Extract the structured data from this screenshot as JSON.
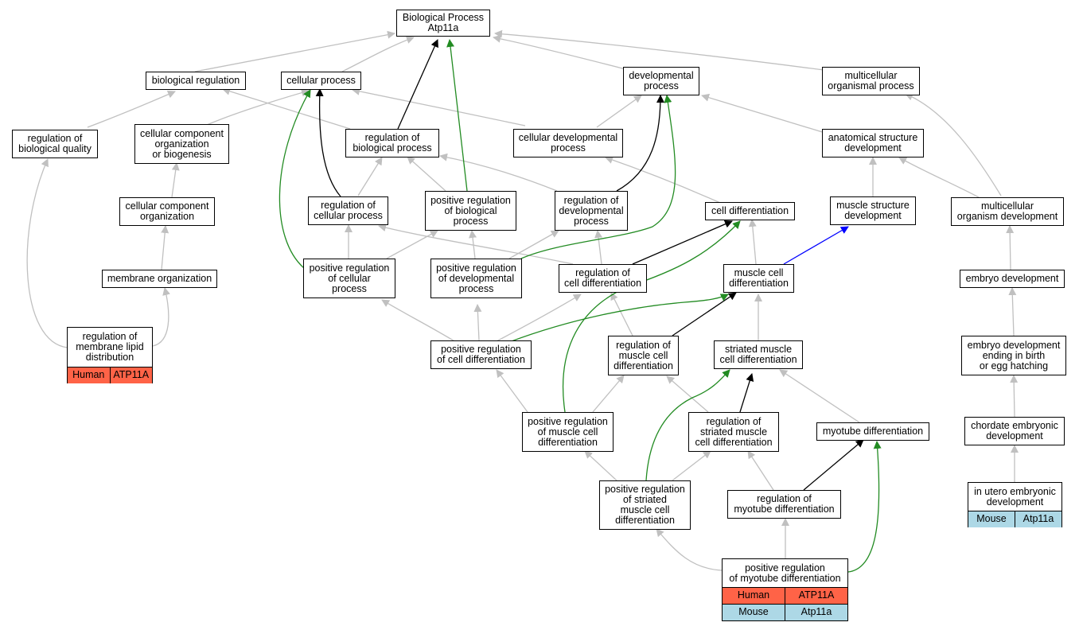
{
  "colors": {
    "is_a_edge": "#c0c0c0",
    "regulates_edge": "#000000",
    "positively_regulates_edge": "#228b22",
    "part_of_edge": "#0000ff",
    "human_tag": "#ff6347",
    "mouse_tag": "#add8e6"
  },
  "nodes": {
    "root": "Biological Process\nAtp11a",
    "biological_regulation": "biological regulation",
    "cellular_process": "cellular process",
    "developmental_process": "developmental\nprocess",
    "multicellular_organismal_process": "multicellular\norganismal process",
    "regulation_of_biological_quality": "regulation of\nbiological quality",
    "cellular_component_organization_or_biogenesis": "cellular component\norganization\nor biogenesis",
    "regulation_of_biological_process": "regulation of\nbiological process",
    "cellular_developmental_process": "cellular developmental\nprocess",
    "anatomical_structure_development": "anatomical structure\ndevelopment",
    "cellular_component_organization": "cellular component\norganization",
    "regulation_of_cellular_process": "regulation of\ncellular process",
    "positive_regulation_of_biological_process": "positive regulation\nof biological\nprocess",
    "regulation_of_developmental_process": "regulation of\ndevelopmental\nprocess",
    "cell_differentiation": "cell differentiation",
    "muscle_structure_development": "muscle structure\ndevelopment",
    "multicellular_organism_development": "multicellular\norganism development",
    "membrane_organization": "membrane organization",
    "positive_regulation_of_cellular_process": "positive regulation\nof cellular\nprocess",
    "positive_regulation_of_developmental_process": "positive regulation\nof developmental\nprocess",
    "regulation_of_cell_differentiation": "regulation of\ncell differentiation",
    "muscle_cell_differentiation": "muscle cell\ndifferentiation",
    "embryo_development": "embryo development",
    "positive_regulation_of_cell_differentiation": "positive regulation\nof cell differentiation",
    "regulation_of_muscle_cell_differentiation": "regulation of\nmuscle cell\ndifferentiation",
    "striated_muscle_cell_differentiation": "striated muscle\ncell differentiation",
    "embryo_development_ending_in_birth": "embryo development\nending in birth\nor egg hatching",
    "positive_regulation_of_muscle_cell_differentiation": "positive regulation\nof muscle cell\ndifferentiation",
    "regulation_of_striated_muscle_cell_differentiation": "regulation of\nstriated muscle\ncell differentiation",
    "myotube_differentiation": "myotube differentiation",
    "chordate_embryonic_development": "chordate embryonic\ndevelopment",
    "positive_regulation_of_striated_muscle_cell_differentiation": "positive regulation\nof striated\nmuscle cell\ndifferentiation",
    "regulation_of_myotube_differentiation": "regulation of\nmyotube differentiation"
  },
  "tagged_nodes": {
    "regulation_of_membrane_lipid_distribution": {
      "title": "regulation of\nmembrane lipid\ndistribution",
      "rows": [
        [
          "Human",
          "ATP11A"
        ]
      ]
    },
    "in_utero_embryonic_development": {
      "title": "in utero embryonic\ndevelopment",
      "rows": [
        [
          "Mouse",
          "Atp11a"
        ]
      ]
    },
    "positive_regulation_of_myotube_differentiation": {
      "title": "positive regulation\nof myotube differentiation",
      "rows": [
        [
          "Human",
          "ATP11A"
        ],
        [
          "Mouse",
          "Atp11a"
        ]
      ]
    }
  }
}
